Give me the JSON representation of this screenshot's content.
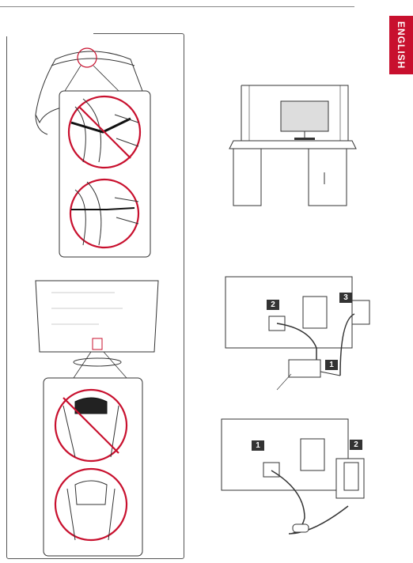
{
  "header": {
    "language_tab": "ENGLISH",
    "accent_color": "#c8102e"
  },
  "badges": {
    "b1": "1",
    "b2": "2",
    "b3": "3",
    "b4": "1",
    "b5": "2"
  },
  "icons": [
    "prohibited-icon",
    "monitor-icon",
    "power-adapter-icon",
    "wall-outlet-icon"
  ]
}
